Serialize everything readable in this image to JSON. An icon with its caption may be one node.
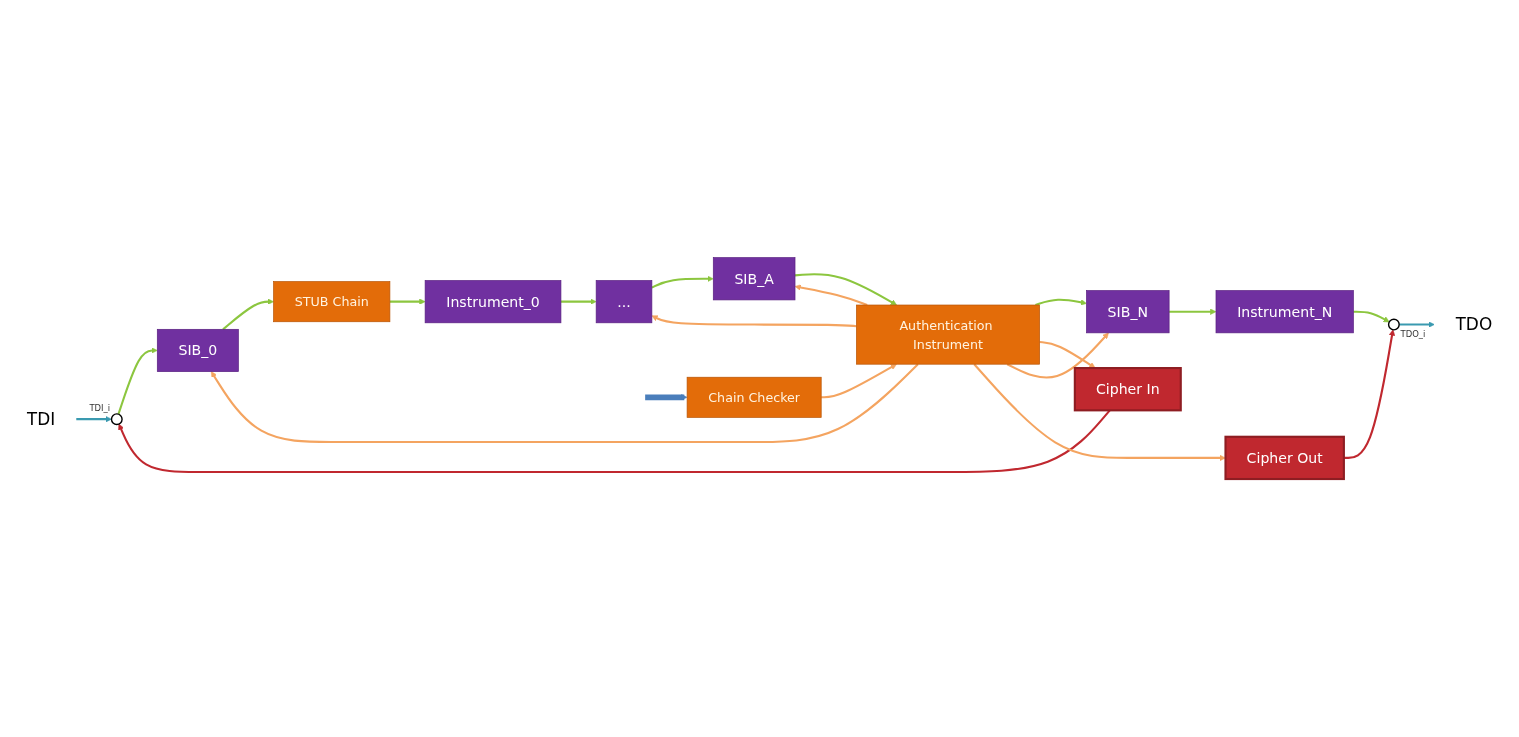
{
  "diagram": {
    "nodes": [
      {
        "text": [
          "TDI"
        ]
      },
      {
        "text": [],
        "shape": "circle",
        "beside": [
          "TDI_i"
        ]
      },
      {
        "text": [
          "SIB_0"
        ]
      },
      {
        "text": [
          "STUB Chain"
        ]
      },
      {
        "text": [
          "Instrument_0"
        ]
      },
      {
        "text": [
          "..."
        ]
      },
      {
        "text": [
          "SIB_A"
        ]
      },
      {
        "text": [
          "Cipher In"
        ]
      },
      {
        "text": [
          "Authentication Instrument"
        ]
      },
      {
        "text": [
          "Chain Checker"
        ]
      },
      {
        "text": [
          "Cipher Out"
        ]
      },
      {
        "text": [
          "SIB_N"
        ]
      },
      {
        "text": [
          "Instrument_N"
        ]
      },
      {
        "text": [],
        "shape": "circle",
        "beside": [
          "TDO_i"
        ]
      },
      {
        "text": [
          "TDO"
        ]
      }
    ],
    "edges": [
      {
        "from": 0,
        "to": 1,
        "arrow": "to",
        "color": "#3a9ab0"
      },
      {
        "from": 7,
        "to": 1,
        "arrow": "to",
        "color": "#c0282f"
      },
      {
        "from": 1,
        "to": 2,
        "arrow": "to"
      },
      {
        "from": 2,
        "to": 3,
        "arrow": "to"
      },
      {
        "from": 3,
        "to": 4,
        "arrow": "to"
      },
      {
        "from": 4,
        "to": 5,
        "arrow": "to"
      },
      {
        "from": 5,
        "to": 6,
        "arrow": "to"
      },
      {
        "from": 6,
        "to": 8,
        "arrow": "to"
      },
      {
        "from": 8,
        "to": 11,
        "arrow": "to"
      },
      {
        "from": 11,
        "to": 12,
        "arrow": "to"
      },
      {
        "from": 12,
        "to": 13,
        "arrow": "to"
      },
      {
        "from": 13,
        "to": 14,
        "arrow": "to",
        "color": "#3a9ab0"
      },
      {
        "from": 10,
        "to": 13,
        "arrow": "to",
        "color": "#c0282f"
      },
      {
        "from": 8,
        "to": 2,
        "arrow": "to",
        "color": "#f4a460"
      },
      {
        "from": 8,
        "to": 7,
        "arrow": "to",
        "color": "#f4a460"
      },
      {
        "from": 8,
        "to": 5,
        "arrow": "to",
        "color": "#f4a460"
      },
      {
        "from": 8,
        "to": 6,
        "arrow": "to",
        "color": "#f4a460"
      },
      {
        "from": 8,
        "to": 11,
        "arrow": "to",
        "color": "#f4a460"
      },
      {
        "from": 8,
        "to": 10,
        "arrow": "to",
        "color": "#f4a460"
      },
      {
        "from": 9,
        "to": 8,
        "arrow": "to",
        "color": "#f4a460"
      },
      {
        "from": null,
        "to": 9,
        "arrow": "to",
        "style": "thick",
        "color": "#4a7ebb"
      }
    ]
  }
}
